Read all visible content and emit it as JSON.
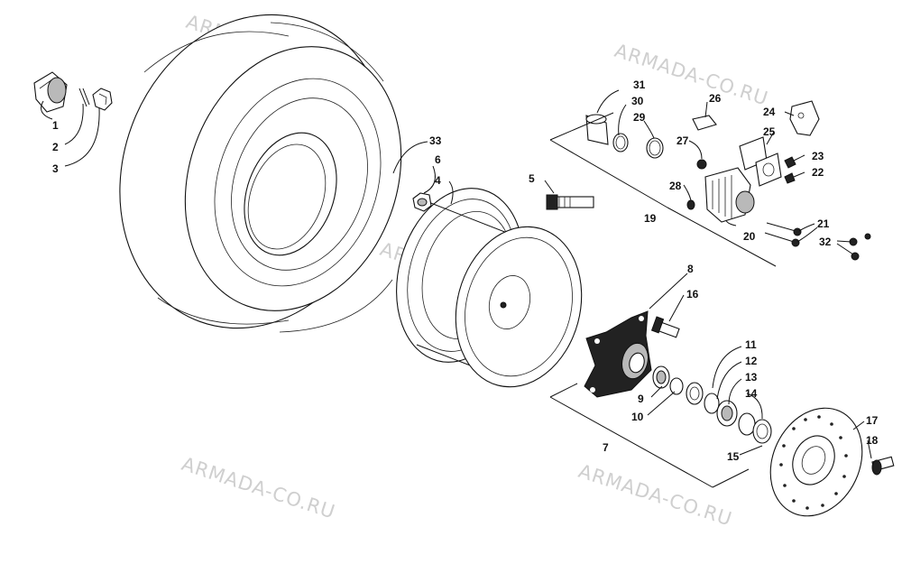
{
  "watermark": "ARMADA-CO.RU",
  "callouts": [
    {
      "id": "1",
      "text": "1"
    },
    {
      "id": "2",
      "text": "2"
    },
    {
      "id": "3",
      "text": "3"
    },
    {
      "id": "4",
      "text": "4"
    },
    {
      "id": "5",
      "text": "5"
    },
    {
      "id": "6",
      "text": "6"
    },
    {
      "id": "7",
      "text": "7"
    },
    {
      "id": "8",
      "text": "8"
    },
    {
      "id": "9",
      "text": "9"
    },
    {
      "id": "10",
      "text": "10"
    },
    {
      "id": "11",
      "text": "11"
    },
    {
      "id": "12",
      "text": "12"
    },
    {
      "id": "13",
      "text": "13"
    },
    {
      "id": "14",
      "text": "14"
    },
    {
      "id": "15",
      "text": "15"
    },
    {
      "id": "16",
      "text": "16"
    },
    {
      "id": "17",
      "text": "17"
    },
    {
      "id": "18",
      "text": "18"
    },
    {
      "id": "19",
      "text": "19"
    },
    {
      "id": "20",
      "text": "20"
    },
    {
      "id": "21",
      "text": "21"
    },
    {
      "id": "22",
      "text": "22"
    },
    {
      "id": "23",
      "text": "23"
    },
    {
      "id": "24",
      "text": "24"
    },
    {
      "id": "25",
      "text": "25"
    },
    {
      "id": "26",
      "text": "26"
    },
    {
      "id": "27",
      "text": "27"
    },
    {
      "id": "28",
      "text": "28"
    },
    {
      "id": "29",
      "text": "29"
    },
    {
      "id": "30",
      "text": "30"
    },
    {
      "id": "31",
      "text": "31"
    },
    {
      "id": "32",
      "text": "32"
    },
    {
      "id": "33",
      "text": "33"
    }
  ]
}
